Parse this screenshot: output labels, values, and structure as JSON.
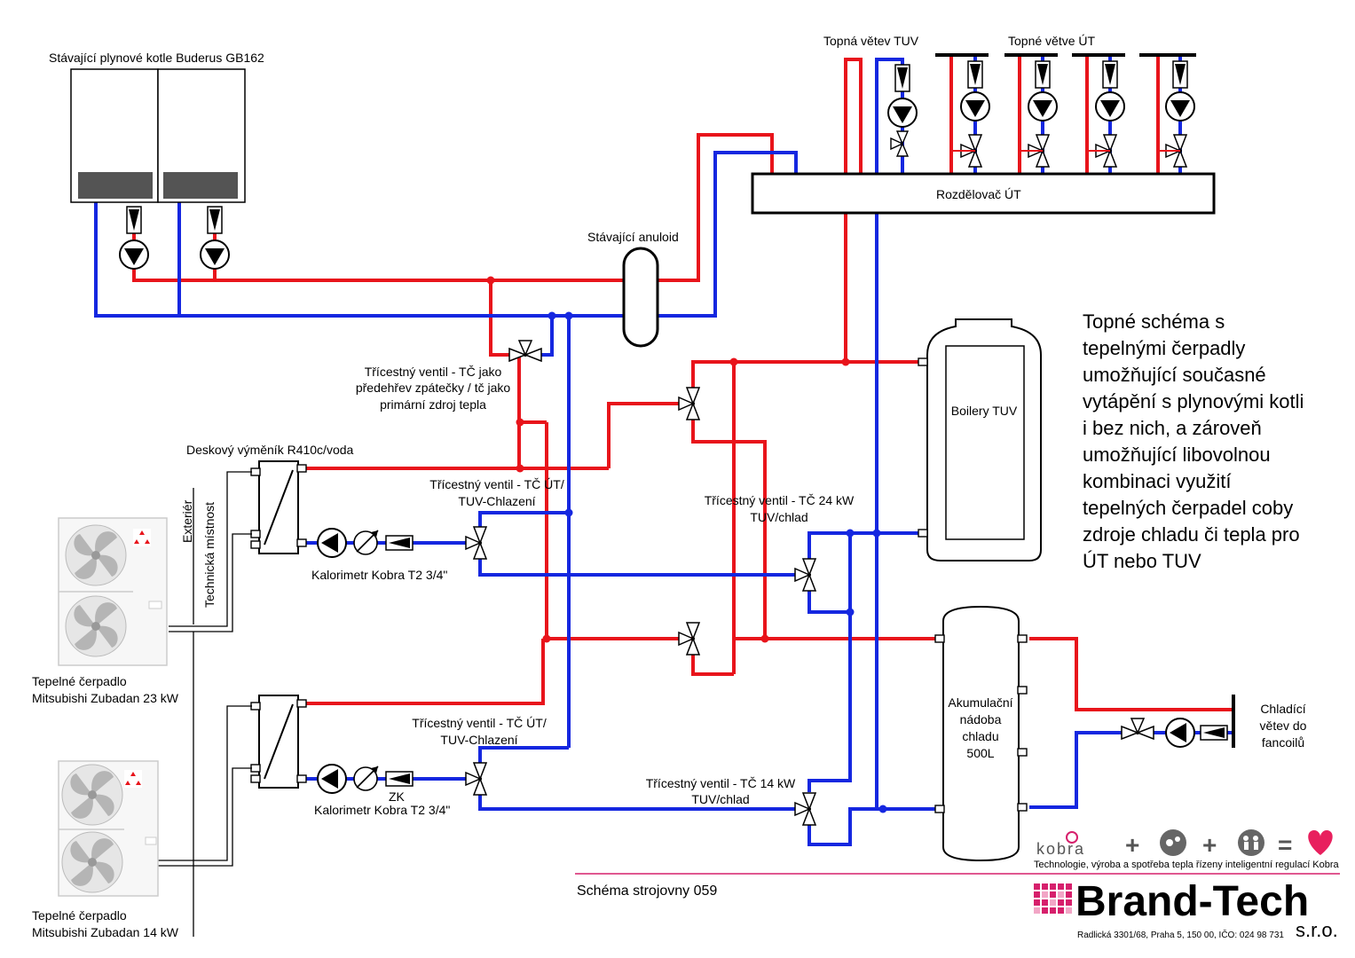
{
  "labels": {
    "boilers": "Stávající plynové kotle Buderus GB162",
    "tuv_branch": "Topná větev TUV",
    "ut_branches": "Topné větve ÚT",
    "distributor": "Rozdělovač ÚT",
    "anuloid": "Stávající anuloid",
    "valve_main_1": "Třícestný ventil - TČ jako",
    "valve_main_2": "předehřev zpátečky / tč jako",
    "valve_main_3": "primární zdroj tepla",
    "exchanger": "Deskový výměník R410c/voda",
    "exterior": "Exteriér",
    "tech_room": "Technická místnost",
    "valve_ut_tuv_1a": "Třícestný ventil - TČ ÚT/",
    "valve_ut_tuv_1b": "TUV-Chlazení",
    "valve_ut_tuv_2a": "Třícestný ventil - TČ ÚT/",
    "valve_ut_tuv_2b": "TUV-Chlazení",
    "calorimeter_1": "Kalorimetr Kobra T2 3/4\"",
    "calorimeter_2": "Kalorimetr Kobra T2 3/4\"",
    "hp_23_1": "Tepelné čerpadlo",
    "hp_23_2": "Mitsubishi Zubadan  23 kW",
    "hp_14_1": "Tepelné čerpadlo",
    "hp_14_2": "Mitsubishi Zubadan  14 kW",
    "valve_24_1": "Třícestný ventil - TČ 24 kW",
    "valve_24_2": "TUV/chlad",
    "valve_14_1": "Třícestný ventil - TČ 14 kW",
    "valve_14_2": "TUV/chlad",
    "boiler_tuv": "Boilery TUV",
    "accu_1": "Akumulační",
    "accu_2": "nádoba",
    "accu_3": "chladu",
    "accu_4": "500L",
    "cool_1": "Chladící",
    "cool_2": "větev do",
    "cool_3": "fancoilů",
    "zk": "ZK",
    "scheme": "Schéma strojovny 059"
  },
  "description": [
    "Topné schéma s",
    "tepelnými čerpadly",
    "umožňující současné",
    "vytápění s plynovými kotli",
    "i bez nich, a zároveň",
    "umožňující  libovolnou",
    "kombinaci využití",
    "tepelných čerpadel coby",
    "zdroje chladu či tepla pro",
    "ÚT nebo TUV"
  ],
  "branding": {
    "kobra": "kobra",
    "kobra_tagline": "Technologie, výroba a spotřeba tepla řízeny inteligentní regulací Kobra",
    "company": "Brand-Tech",
    "company_suffix": "s.r.o.",
    "address": "Radlická 3301/68, Praha 5, 150 00, IČO: 024 98 731"
  },
  "colors": {
    "hot": "#e8141b",
    "cold": "#1527e0",
    "brand": "#d6206c"
  }
}
